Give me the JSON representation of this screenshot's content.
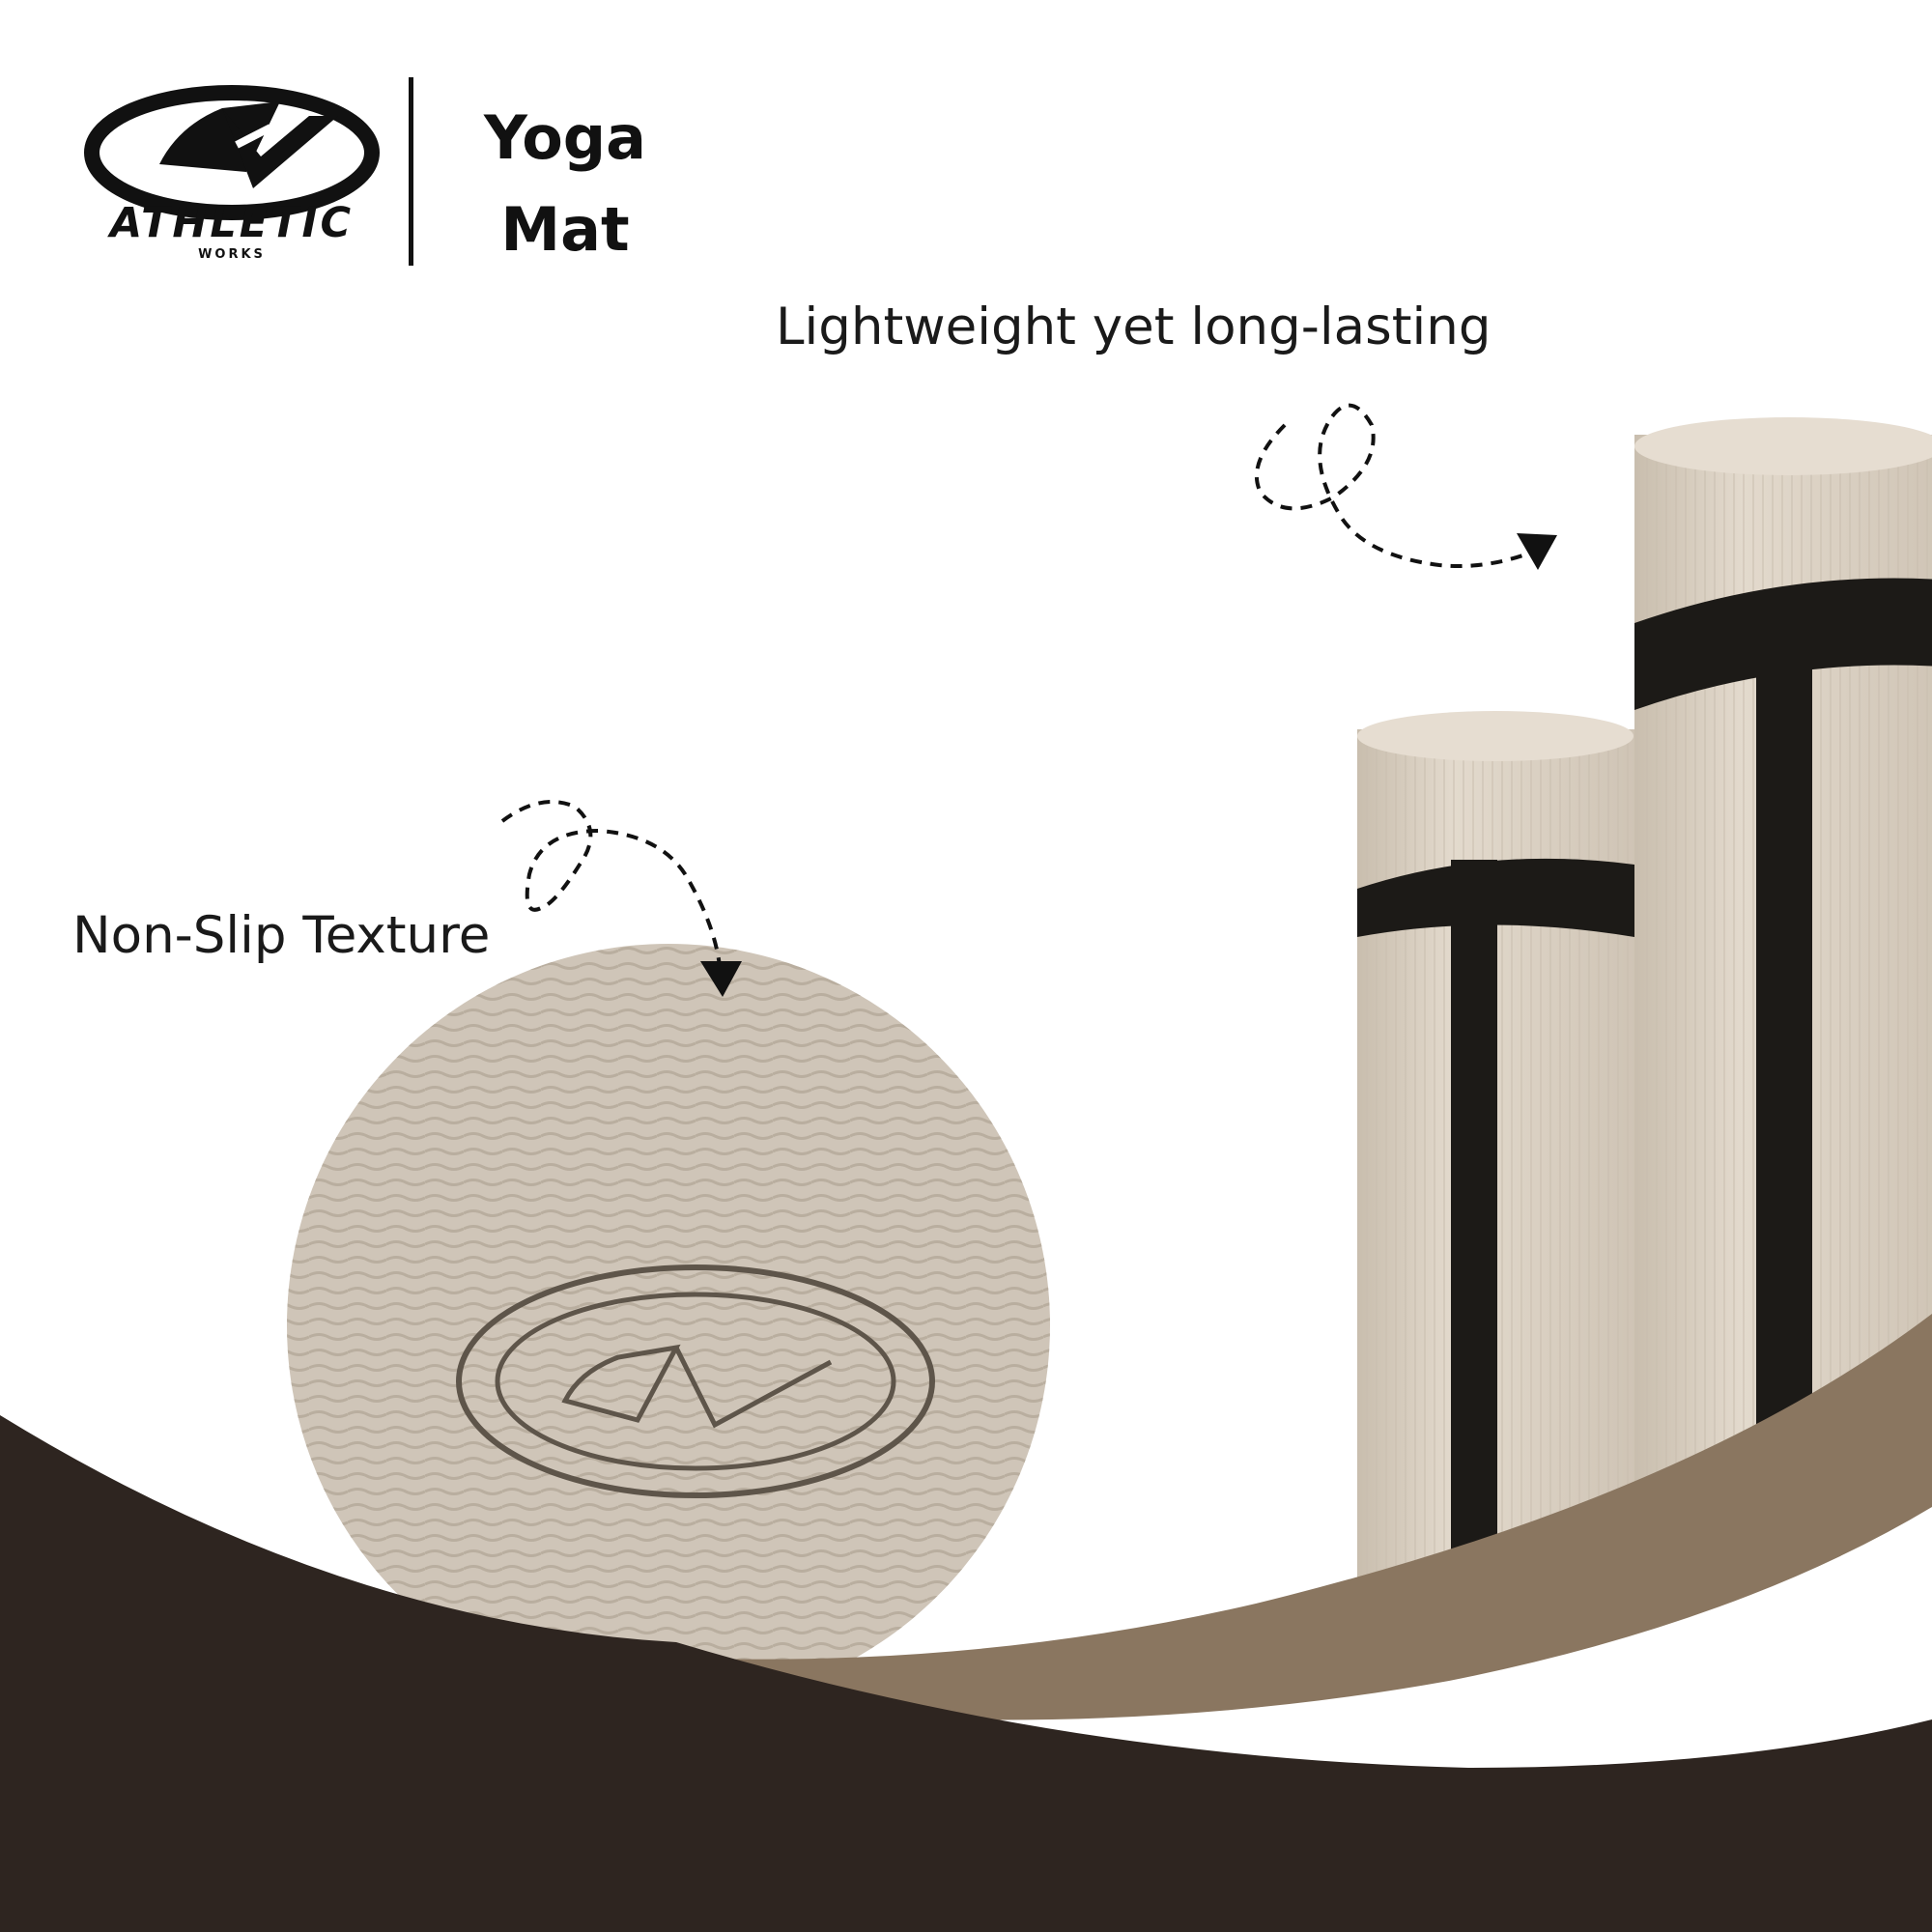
{
  "brand": {
    "name": "ATHLETIC",
    "sub": "WORKS",
    "logo_icon": "athletic-works-emblem"
  },
  "product": {
    "title_line1": "Yoga",
    "title_line2": "Mat"
  },
  "callouts": {
    "rolls": "Lightweight yet long-lasting",
    "texture": "Non-Slip Texture"
  },
  "colors": {
    "dark_brown": "#2e2520",
    "taupe": "#8a7660",
    "mat_beige": "#d9d0c3",
    "strap": "#1c1a17",
    "text": "#111111"
  }
}
